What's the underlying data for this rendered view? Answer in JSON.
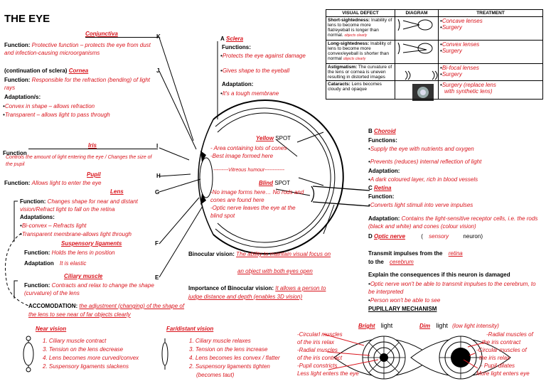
{
  "title": "THE EYE",
  "letters": {
    "K": "K",
    "J": "J",
    "I": "I",
    "H": "H",
    "G": "G",
    "F": "F",
    "E": "E",
    "A": "A",
    "B": "B",
    "C": "C",
    "D": "D"
  },
  "conjunctiva": {
    "name": "Conjunctiva",
    "func_label": "Function:",
    "func_text": "Protective function – protects the eye from dust and infection-causing microorganisms"
  },
  "cornea": {
    "prefix": "(continuation of sclera)",
    "name": "Cornea",
    "func_label": "Function:",
    "func_text": "Responsible for the refraction (bending) of light rays",
    "adapt_label": "Adaptation/s:",
    "adapt1": "Convex in shape – allows refraction",
    "adapt2": "Transparent – allows light to pass through"
  },
  "iris": {
    "name": "Iris",
    "func_label": "Function",
    "func_text": "Controls the amount of light entering the eye / Changes the size of the pupil"
  },
  "pupil": {
    "name": "Pupil",
    "func_label": "Function:",
    "func_text": "Allows light to enter the eye"
  },
  "lens": {
    "name": "Lens",
    "func_label": "Function:",
    "func_text": "Changes shape for near and distant vision/Refract light to fall on the retina",
    "adapt_label": "Adaptations:",
    "adapt1": "Bi-convex – Refracts light",
    "adapt2": "Transparent membrane-allows light through"
  },
  "suspensory": {
    "name": "Suspensory ligaments",
    "func_label": "Function:",
    "func_text": "Holds the lens in position",
    "adapt_label": "Adaptation",
    "adapt_text": "It is elastic"
  },
  "ciliary": {
    "name": "Ciliary muscle",
    "func_label": "Function:",
    "func_text": "Contracts and relax to change the shape (curvature) of the lens"
  },
  "accomodation": {
    "label": "ACCOMODATION:",
    "text": "the adjustment (changing) of the shape of the lens to see near of far objects clearly"
  },
  "near_vision": {
    "title": "Near vision",
    "items": [
      "1. Ciliary muscle contract",
      "3. Tension on the lens decrease",
      "4. Lens becomes more curved/convex",
      "2. Suspensory ligaments slackens"
    ]
  },
  "far_vision": {
    "title": "Far/distant vision",
    "items": [
      "1. Ciliary muscle relaxes",
      "3. Tension on the lens increase",
      "4. Lens becomes les convex / flatter",
      "2. Suspensory ligaments tighten",
      "(becomes taut)"
    ]
  },
  "sclera": {
    "name": "Sclera",
    "func_label": "Functions:",
    "func1": "Protects the eye against damage",
    "func2": "Gives shape to the eyeball",
    "adapt_label": "Adaptation:",
    "adapt1": "It's a tough membrane"
  },
  "yellow_spot": {
    "name": "Yellow",
    "suffix": "SPOT",
    "t1": "- Area containing lots of cones",
    "t2": "-Best image formed here"
  },
  "vitreous": "---------Vitreous humour------------",
  "blind_spot": {
    "name": "Blind",
    "suffix": "SPOT",
    "t1": "-No image forms here… No rods and cones are found here",
    "t2": "-Optic nerve leaves the eye at the blind spot"
  },
  "choroid": {
    "name": "Choroid",
    "func_label": "Functions:",
    "func1": "Supply the eye with nutrients and oxygen",
    "func2": "Prevents (reduces) internal reflection of light",
    "adapt_label": "Adaptation:",
    "adapt1": "A dark coloured layer, rich in blood vessels"
  },
  "retina": {
    "name": "Retina",
    "func_label": "Function:",
    "func1": "Converts light stimuli into verve impulses",
    "adapt_label": "Adaptation:",
    "adapt_text": "Contains the light-sensitive receptor cells, i.e. the rods (black and white) and cones (colour vision)"
  },
  "optic_nerve": {
    "name": "Optic nerve",
    "paren_open": "(",
    "type": "sensory",
    "type_suffix": "neuron)",
    "transmit_label": "Transmit impulses from the",
    "from": "retina",
    "to_label": "to the",
    "to": "cerebrum",
    "explain": "Explain the consequences if this neuron is damaged",
    "c1": "Optic nerve won't be able to transmit impulses to the cerebrum, to be interpreted",
    "c2": "Person won't be able to see"
  },
  "binocular": {
    "label": "Binocular vision:",
    "text1": "The ability to maintain visual focus on",
    "text2": "an object with both eyes open",
    "imp_label": "Importance of Binocular vision:",
    "imp1": "It allows a person to",
    "imp2": "judge distance and depth (enables 3D vision)"
  },
  "pupillary": {
    "title": "PUPILLARY MECHANISM",
    "bright": "Bright",
    "dim": "Dim",
    "light": "light",
    "dim_note": "(low light intensity)",
    "bright_items": [
      "-Circularl muscles",
      "of the iris relax",
      "-Radial muscles",
      "of the iris contract",
      "-Pupil constricts",
      "Less light enters the eye"
    ],
    "dim_items": [
      "-Radial muscles of",
      "the iris contract",
      "-Circular muscles of",
      "the iris relax",
      "- Pupil dilates",
      "More light enters eye"
    ]
  },
  "defects": {
    "headers": [
      "VISUAL DEFECT",
      "DIAGRAM",
      "TREATMENT"
    ],
    "rows": [
      {
        "name": "Short-sightedness:",
        "desc": "Inability of lens to become more flat/eyeball is longer than normal.",
        "note": "objects clearly",
        "treat": [
          "Concave lenses",
          "Surgery"
        ]
      },
      {
        "name": "Long-sightedness:",
        "desc": "Inability of lens to become more convex/eyeball is shorter than normal",
        "note": "objects clearly",
        "treat": [
          "Convex lenses",
          "Surgery"
        ]
      },
      {
        "name": "Astigmatism:",
        "desc": "The curvature of the lens or cornea is uneven resulting in distorted images",
        "note": "",
        "treat": [
          "Bi-focal lenses",
          "Surgery"
        ]
      },
      {
        "name": "Cataracts:",
        "desc": "Lens becomes cloudy and opaque",
        "note": "",
        "treat": [
          "Surgery (replace lens",
          "with synthetic lens)"
        ]
      }
    ]
  }
}
